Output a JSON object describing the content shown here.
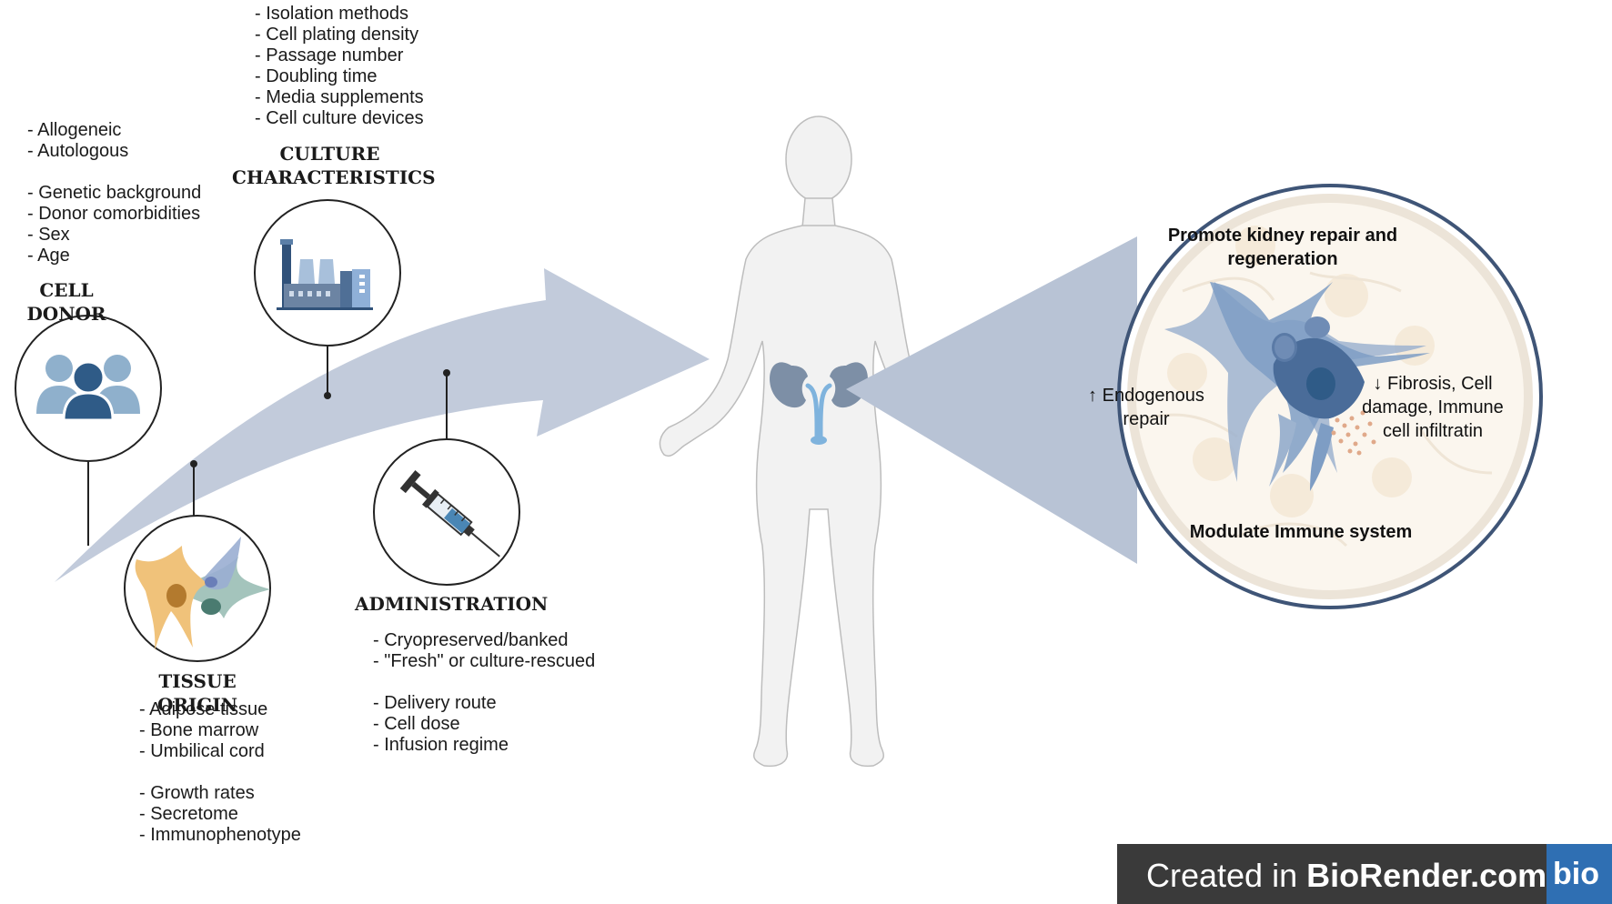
{
  "cell_donor": {
    "title": "CELL DONOR",
    "items_a": [
      "- Allogeneic",
      "- Autologous"
    ],
    "items_b": [
      "- Genetic background",
      "- Donor comorbidities",
      "- Sex",
      "- Age"
    ]
  },
  "culture": {
    "title_line1": "CULTURE",
    "title_line2": "CHARACTERISTICS",
    "items": [
      "- Isolation methods",
      "- Cell plating density",
      "- Passage number",
      "- Doubling time",
      "- Media supplements",
      "- Cell culture devices"
    ]
  },
  "tissue_origin": {
    "title": "TISSUE ORIGIN",
    "items_a": [
      "- Adipose tissue",
      "- Bone marrow",
      "- Umbilical cord"
    ],
    "items_b": [
      "- Growth rates",
      "- Secretome",
      "- Immunophenotype"
    ]
  },
  "administration": {
    "title": "ADMINISTRATION",
    "items_a": [
      "- Cryopreserved/banked",
      "- \"Fresh\" or culture-rescued"
    ],
    "items_b": [
      "- Delivery route",
      "- Cell dose",
      "- Infusion regime"
    ]
  },
  "effects": {
    "top_line1": "Promote  kidney repair and",
    "top_line2": "regeneration",
    "left_line1": "↑ Endogenous",
    "left_line2": "repair",
    "right_line1": "↓ Fibrosis, Cell",
    "right_line2": "damage, Immune",
    "right_line3": "cell infiltratin",
    "bottom": "Modulate Immune system"
  },
  "branding": {
    "created_in": "Created in ",
    "site": "BioRender.com",
    "badge": "bio"
  },
  "colors": {
    "arrow": "#c2cbdb",
    "kidney": "#7d8fa6",
    "cell_dark": "#4a6c99",
    "cell_light": "#9db3cf",
    "body": "#f2f2f2"
  },
  "icons": [
    "people-icon",
    "factory-icon",
    "mesenchymal-cells-icon",
    "syringe-icon",
    "human-body-figure",
    "kidneys-icon"
  ]
}
